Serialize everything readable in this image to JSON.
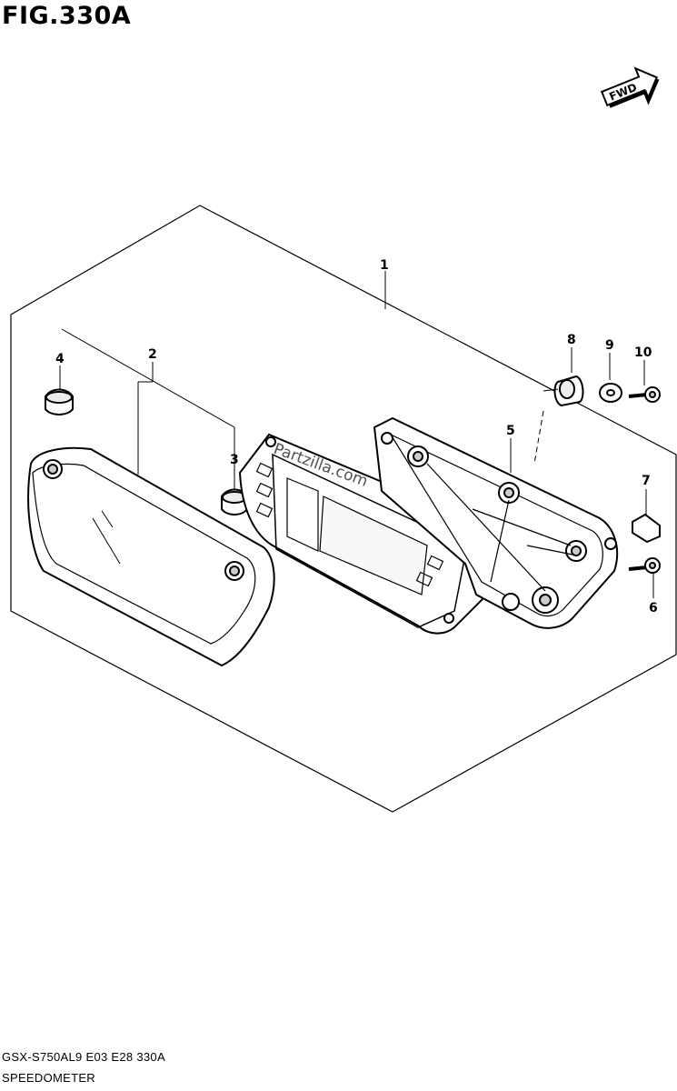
{
  "figure": {
    "title": "FIG.330A"
  },
  "fwd_badge": "FWD",
  "watermark": "Partzilla.com",
  "callouts": [
    {
      "id": "1",
      "label": "1"
    },
    {
      "id": "2",
      "label": "2"
    },
    {
      "id": "3",
      "label": "3"
    },
    {
      "id": "4",
      "label": "4"
    },
    {
      "id": "5",
      "label": "5"
    },
    {
      "id": "6",
      "label": "6"
    },
    {
      "id": "7",
      "label": "7"
    },
    {
      "id": "8",
      "label": "8"
    },
    {
      "id": "9",
      "label": "9"
    },
    {
      "id": "10",
      "label": "10"
    }
  ],
  "footer": {
    "model_code": "GSX-S750AL9  E03  E28  330A",
    "section_name": "SPEEDOMETER"
  }
}
